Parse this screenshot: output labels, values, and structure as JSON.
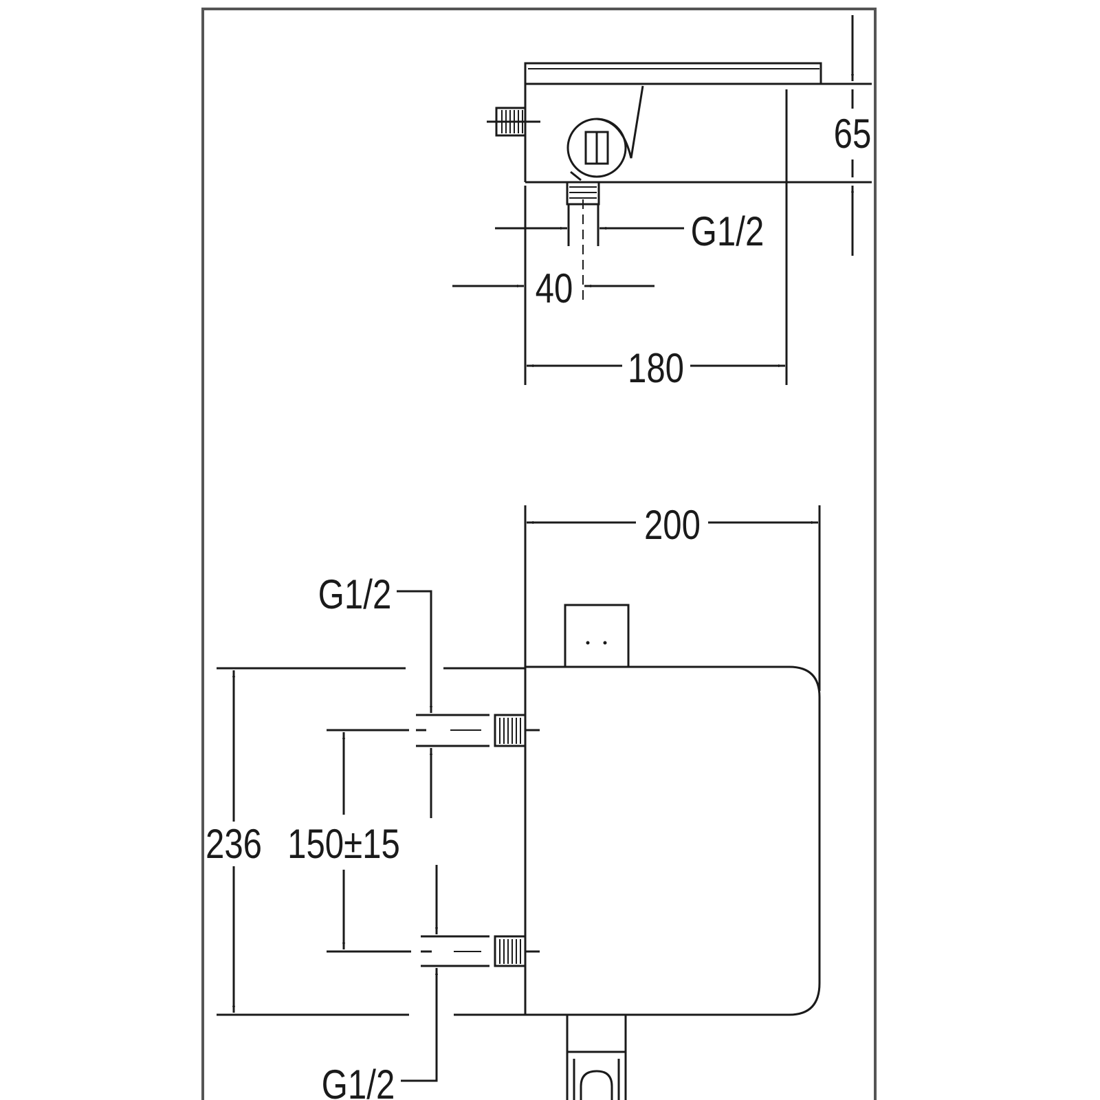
{
  "dimensions": {
    "height_side": "65",
    "inlet_thread_side": "G1/2",
    "inlet_offset": "40",
    "depth": "180",
    "width": "200",
    "inlet_thread_top": "G1/2",
    "body_height": "236",
    "inlet_spacing": "150±15",
    "inlet_thread_bottom": "G1/2"
  }
}
